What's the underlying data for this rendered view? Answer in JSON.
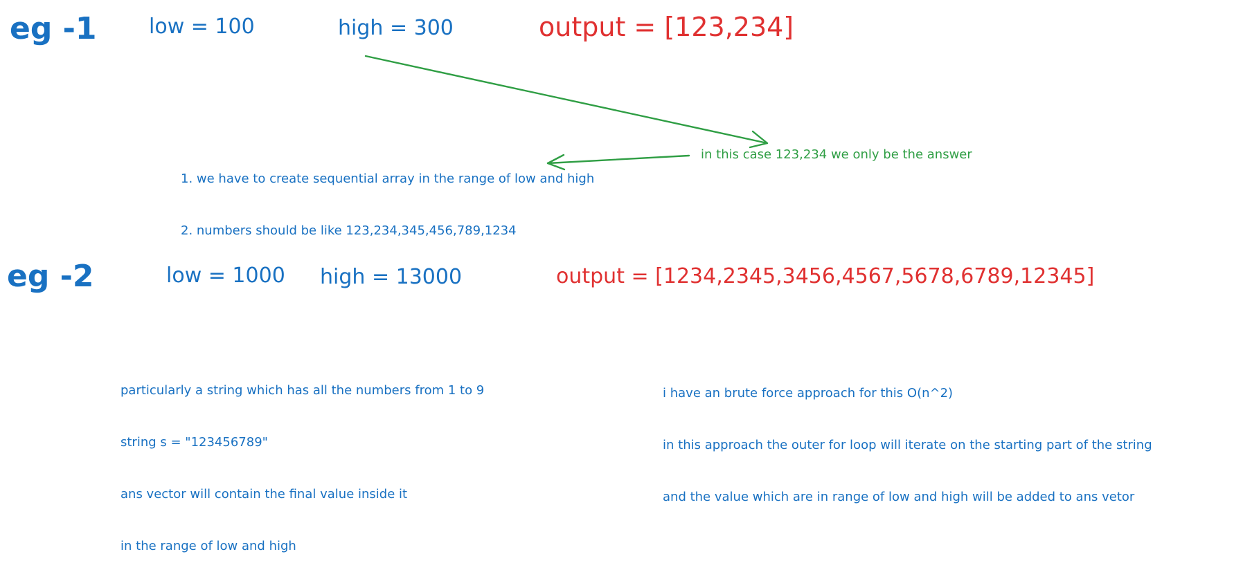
{
  "example1": {
    "label": "eg -1",
    "low": "low = 100",
    "high": "high = 300",
    "output": "output = [123,234]",
    "notes": [
      "1. we have to create sequential array in the range of low and high",
      "2. numbers should be like 123,234,345,456,789,1234"
    ],
    "side_note": "in this case 123,234 we only be the answer"
  },
  "example2": {
    "label": "eg -2",
    "low": "low = 1000",
    "high": "high = 13000",
    "output": "output = [1234,2345,3456,4567,5678,6789,12345]",
    "notes_left": [
      "particularly a string which has all the numbers from 1 to 9",
      "string s = \"123456789\"",
      "ans vector will contain the final value inside it",
      "in the range of low and high"
    ],
    "notes_right": [
      "i have an brute force approach for this O(n^2)",
      "in this approach the outer for loop will iterate on the starting part of the string",
      "and the value which are in range of low and high will be added to ans vetor"
    ]
  },
  "colors": {
    "blue": "#1971c2",
    "red": "#e03131",
    "green": "#2f9e44"
  }
}
